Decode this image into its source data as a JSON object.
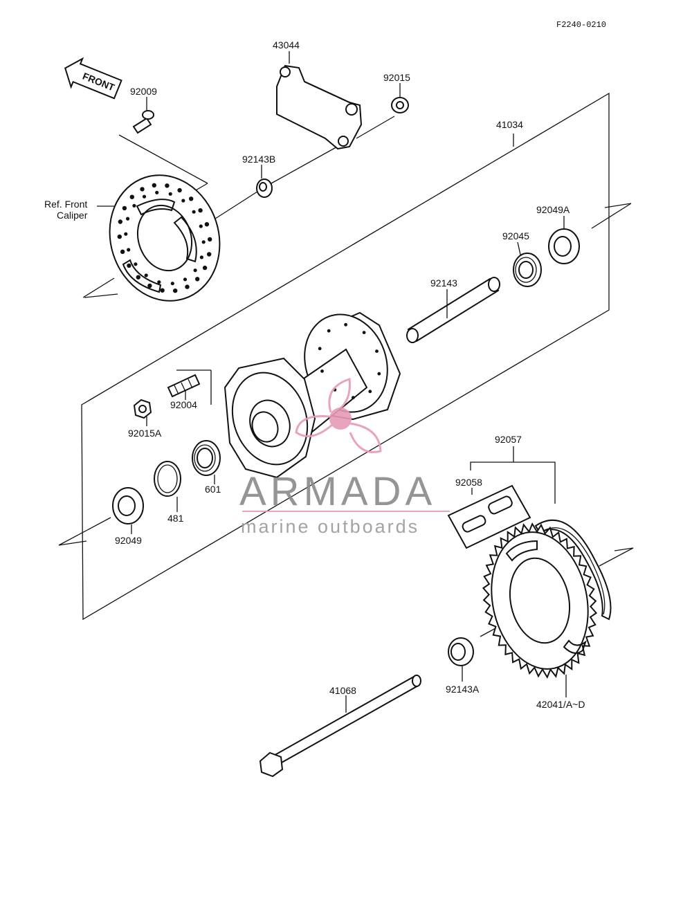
{
  "figure_code": "F2240-0210",
  "front_arrow_label": "FRONT",
  "ref_note_line1": "Ref. Front",
  "ref_note_line2": "Caliper",
  "parts": {
    "p43044": "43044",
    "p92015": "92015",
    "p92009": "92009",
    "p41034": "41034",
    "p92143B": "92143B",
    "p92049A": "92049A",
    "p92045": "92045",
    "p92143": "92143",
    "p92004": "92004",
    "p92015A": "92015A",
    "p601": "601",
    "p481": "481",
    "p92049": "92049",
    "p92057": "92057",
    "p92058": "92058",
    "p41068": "41068",
    "p92143A": "92143A",
    "p42041": "42041/A~D"
  },
  "watermark": {
    "title": "ARMADA",
    "subtitle": "marine outboards",
    "accent_color": "#e79ab8",
    "text_color": "#8a8a8a"
  }
}
